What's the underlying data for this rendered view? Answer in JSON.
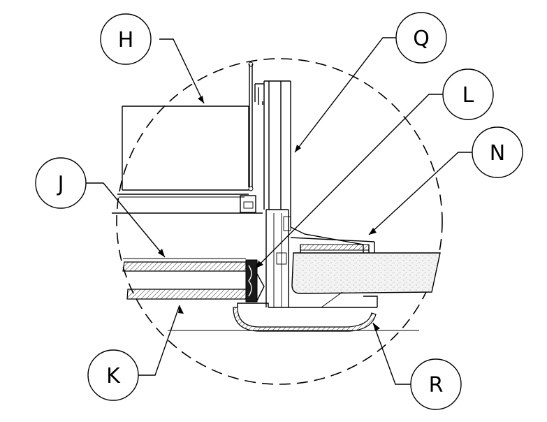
{
  "callouts": {
    "H": "H",
    "Q": "Q",
    "L": "L",
    "N": "N",
    "J": "J",
    "K": "K",
    "R": "R"
  },
  "colors": {
    "line": "#000000",
    "background": "#ffffff",
    "foam": "#f2f2f2"
  }
}
